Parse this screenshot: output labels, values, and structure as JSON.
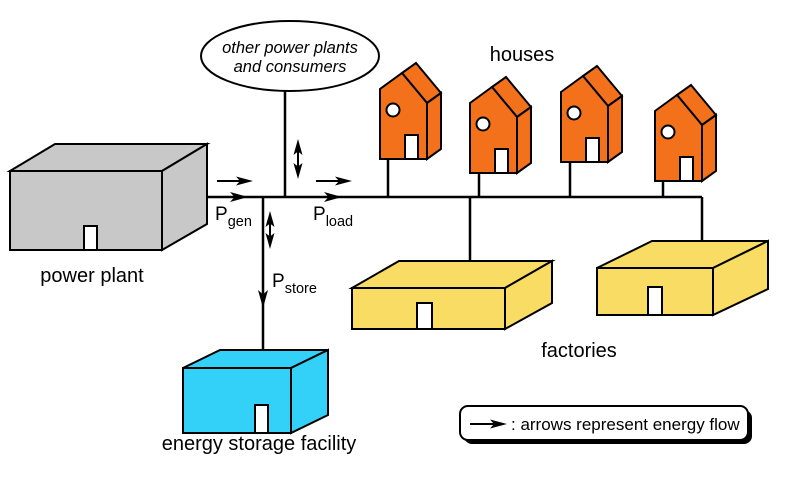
{
  "diagram": {
    "title": "power grid energy flow diagram",
    "background": "#ffffff",
    "colors": {
      "power_plant": "#c8c8c8",
      "house": "#f4711c",
      "factory": "#f9dc63",
      "storage": "#33d1f7",
      "line": "#000000",
      "legend_fill": "#ffffff"
    },
    "ellipse_node": {
      "line1": "other power plants",
      "line2": "and consumers"
    },
    "labels": {
      "power_plant": "power plant",
      "houses": "houses",
      "factories": "factories",
      "storage": "energy storage facility"
    },
    "counts": {
      "houses": 4,
      "factories": 2
    },
    "flows": {
      "gen": {
        "base": "P",
        "sub": "gen"
      },
      "load": {
        "base": "P",
        "sub": "load"
      },
      "store": {
        "base": "P",
        "sub": "store"
      }
    },
    "legend": {
      "arrow_icon": "right-arrow",
      "text": ": arrows represent energy flow"
    }
  }
}
